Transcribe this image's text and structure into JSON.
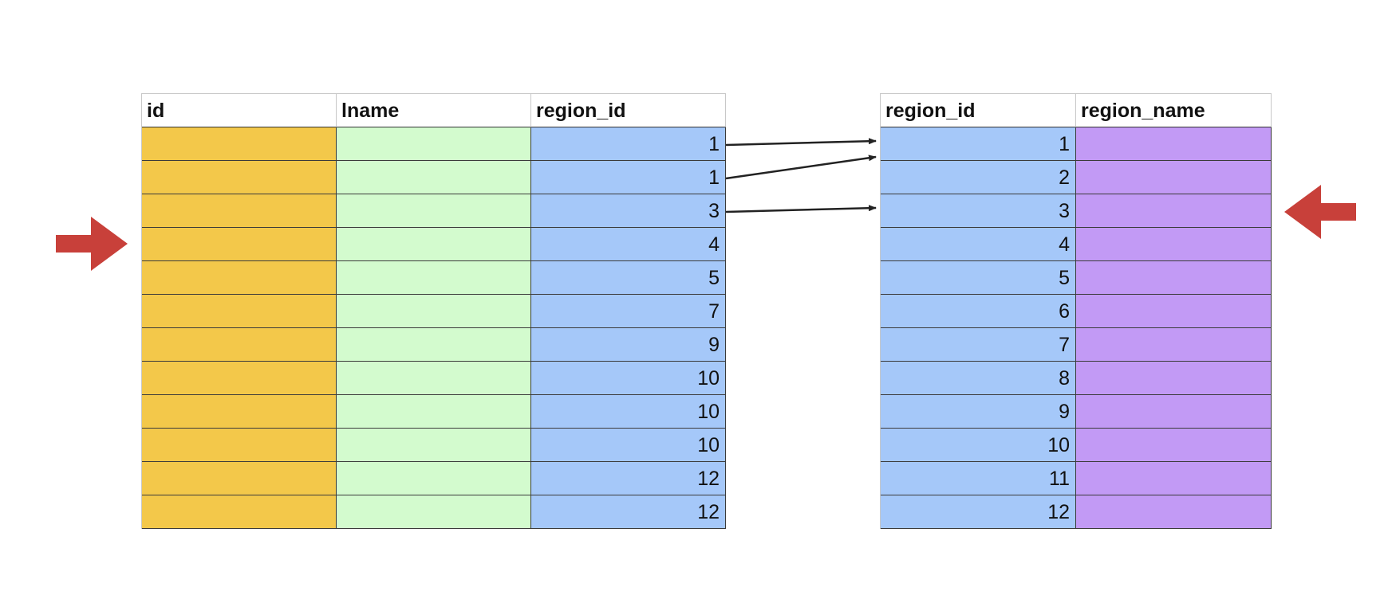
{
  "left_table": {
    "headers": [
      "id",
      "lname",
      "region_id"
    ],
    "region_ids": [
      1,
      1,
      3,
      4,
      5,
      7,
      9,
      10,
      10,
      10,
      12,
      12
    ]
  },
  "right_table": {
    "headers": [
      "region_id",
      "region_name"
    ],
    "region_ids": [
      1,
      2,
      3,
      4,
      5,
      6,
      7,
      8,
      9,
      10,
      11,
      12
    ]
  },
  "colors": {
    "id": "#f3c84a",
    "lname": "#d3fbce",
    "region_id": "#a5c8f9",
    "region_name": "#c29af5",
    "pointer_arrow": "#c8403a",
    "link_arrow": "#222222"
  },
  "links": [
    {
      "from_row": 0,
      "to_row": 0
    },
    {
      "from_row": 1,
      "to_row": 0
    },
    {
      "from_row": 2,
      "to_row": 2
    }
  ]
}
